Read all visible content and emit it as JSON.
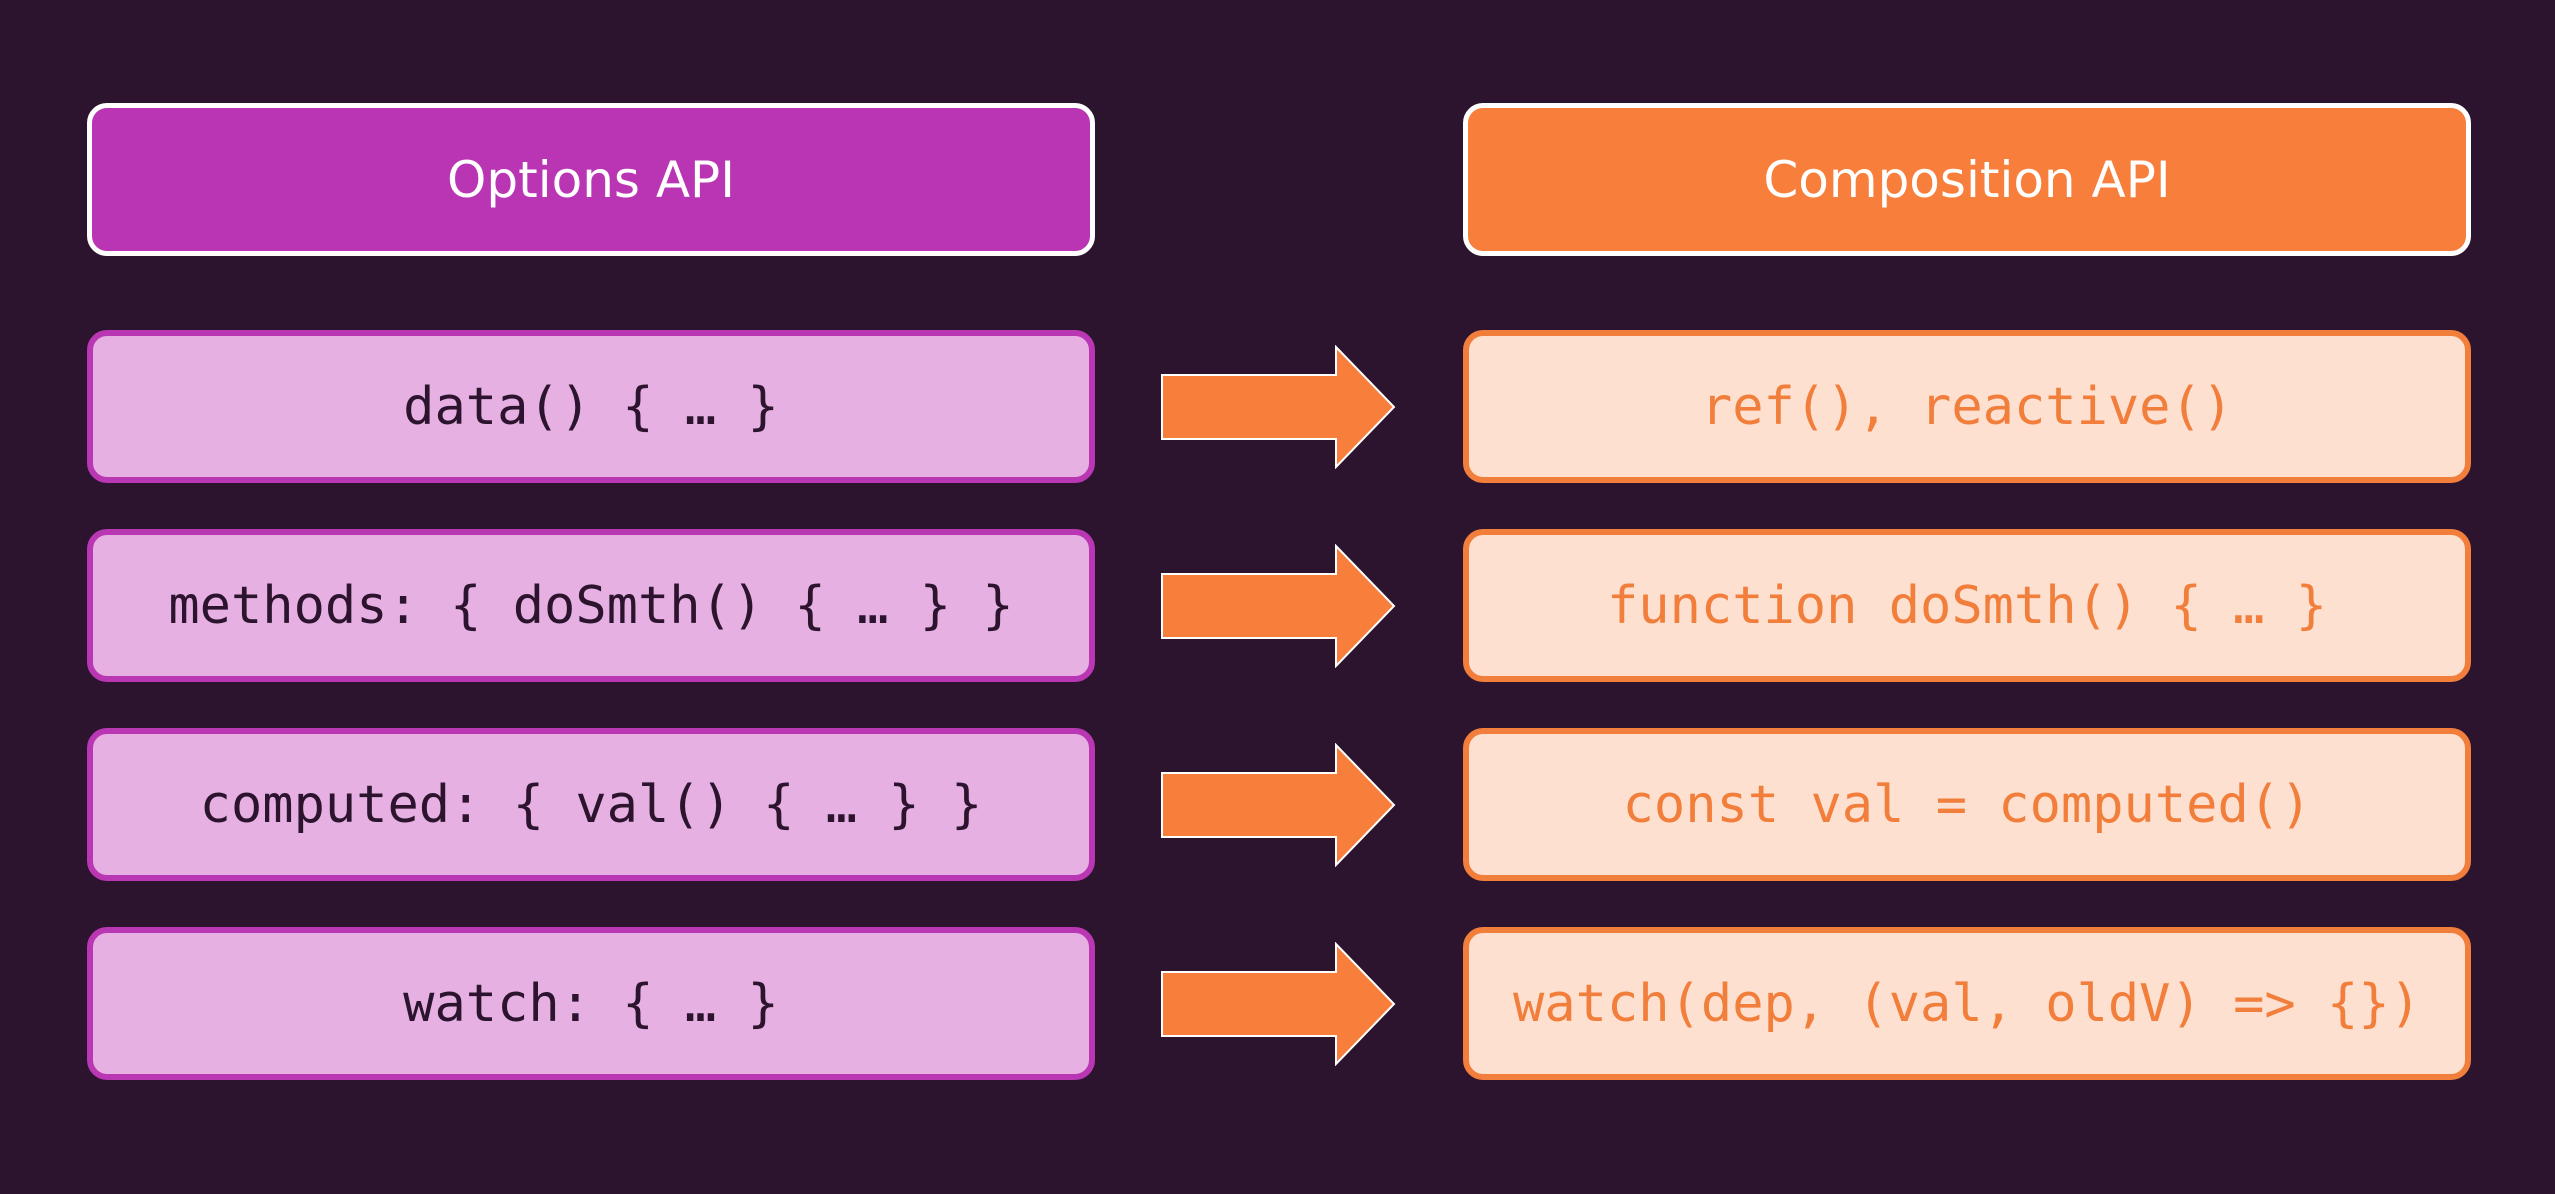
{
  "columns": {
    "left": {
      "title": "Options API",
      "items": [
        "data() { … }",
        "methods: { doSmth() { … } }",
        "computed: { val() { … } }",
        "watch: { … }"
      ]
    },
    "right": {
      "title": "Composition API",
      "items": [
        "ref(), reactive()",
        "function doSmth() { … }",
        "const val = computed()",
        "watch(dep, (val, oldV) => {})"
      ]
    }
  },
  "colors": {
    "background": "#2c132e",
    "options_accent": "#b935b4",
    "options_fill": "#e6b0e2",
    "composition_accent": "#f77f3b",
    "composition_fill": "#fde0d0",
    "arrow": "#f77f3b"
  }
}
